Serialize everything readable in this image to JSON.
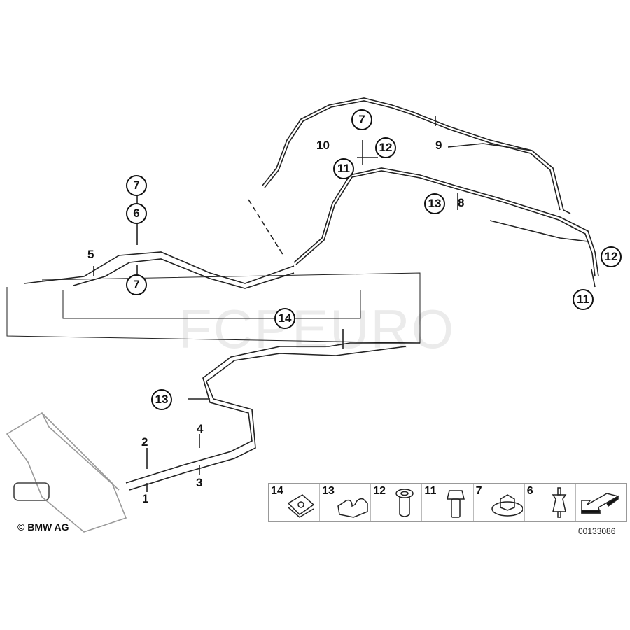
{
  "diagram": {
    "callouts_circled": [
      {
        "id": "c7a",
        "label": "7"
      },
      {
        "id": "c6",
        "label": "6"
      },
      {
        "id": "c7b",
        "label": "7"
      },
      {
        "id": "c7c",
        "label": "7"
      },
      {
        "id": "c12a",
        "label": "12"
      },
      {
        "id": "c11a",
        "label": "11"
      },
      {
        "id": "c13a",
        "label": "13"
      },
      {
        "id": "c12b",
        "label": "12"
      },
      {
        "id": "c11b",
        "label": "11"
      },
      {
        "id": "c14",
        "label": "14"
      },
      {
        "id": "c13b",
        "label": "13"
      }
    ],
    "callouts_plain": [
      {
        "id": "p5",
        "label": "5"
      },
      {
        "id": "p10",
        "label": "10"
      },
      {
        "id": "p9",
        "label": "9"
      },
      {
        "id": "p8",
        "label": "8"
      },
      {
        "id": "p2",
        "label": "2"
      },
      {
        "id": "p1",
        "label": "1"
      },
      {
        "id": "p4",
        "label": "4"
      },
      {
        "id": "p3",
        "label": "3"
      }
    ],
    "copyright": "© BMW AG",
    "watermark_a": "FCP",
    "watermark_b": "EURO",
    "diagram_code": "00133086"
  },
  "legend": {
    "items": [
      {
        "label": "14",
        "part": "clip-nut"
      },
      {
        "label": "13",
        "part": "line-holder"
      },
      {
        "label": "12",
        "part": "rivet-nut"
      },
      {
        "label": "11",
        "part": "hex-bolt"
      },
      {
        "label": "7",
        "part": "collar-nut"
      },
      {
        "label": "6",
        "part": "rubber-mount"
      },
      {
        "label": "",
        "part": "direction-arrow"
      }
    ]
  }
}
